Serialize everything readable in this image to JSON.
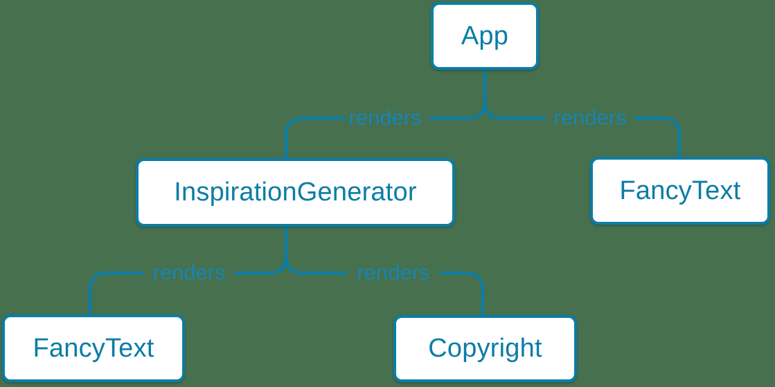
{
  "diagram": {
    "type": "render-tree",
    "background_color": "#47704E",
    "accent_color": "#0b7da6",
    "edge_label_color": "#1586b4",
    "node_fill_color": "#ffffff",
    "nodes": [
      {
        "id": "app",
        "label": "App"
      },
      {
        "id": "inspiration-generator",
        "label": "InspirationGenerator"
      },
      {
        "id": "fancy-text-right",
        "label": "FancyText"
      },
      {
        "id": "fancy-text-left",
        "label": "FancyText"
      },
      {
        "id": "copyright",
        "label": "Copyright"
      }
    ],
    "edges": [
      {
        "from": "App",
        "to": "InspirationGenerator",
        "label": "renders"
      },
      {
        "from": "App",
        "to": "FancyText",
        "label": "renders"
      },
      {
        "from": "InspirationGenerator",
        "to": "FancyText",
        "label": "renders"
      },
      {
        "from": "InspirationGenerator",
        "to": "Copyright",
        "label": "renders"
      }
    ]
  }
}
